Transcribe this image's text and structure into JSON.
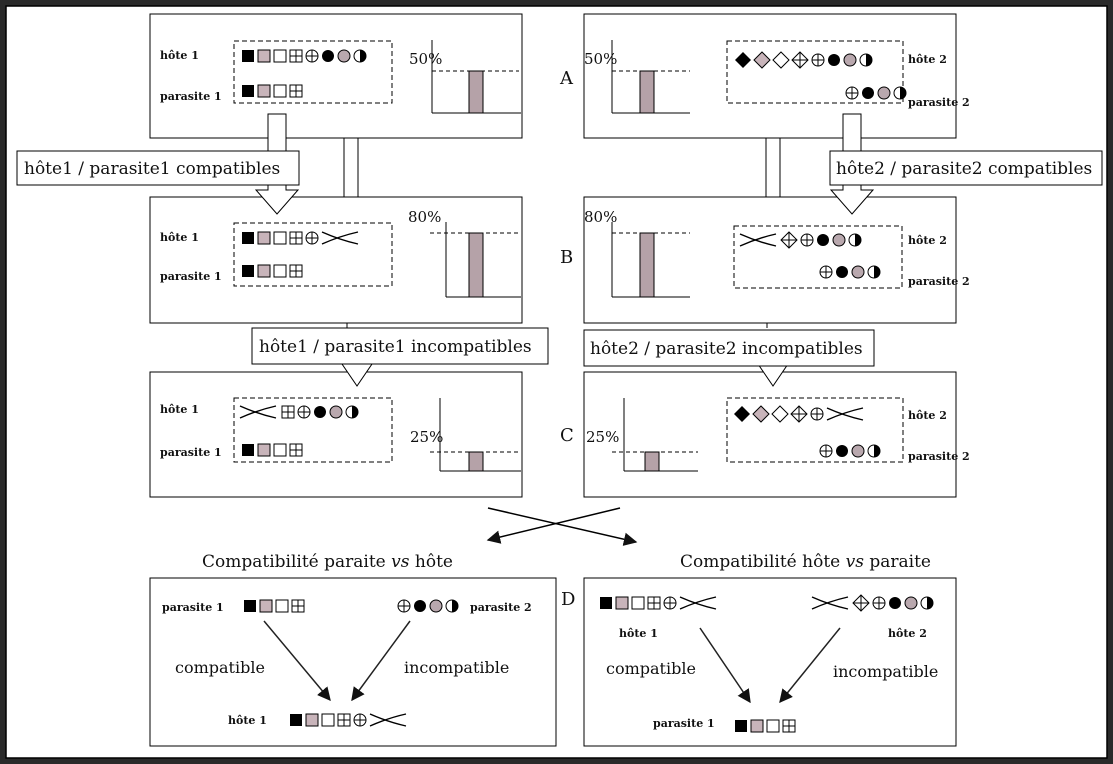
{
  "rows": {
    "A": "A",
    "B": "B",
    "C": "C",
    "D": "D"
  },
  "labels": {
    "hote1": "hôte 1",
    "hote2": "hôte 2",
    "parasite1": "parasite 1",
    "parasite2": "parasite 2"
  },
  "percentages": {
    "A": "50%",
    "B": "80%",
    "C": "25%"
  },
  "bar_levels": {
    "A": 0.5,
    "B": 0.8,
    "C": 0.25
  },
  "transitions": {
    "left_AB": "hôte1 / parasite1 compatibles",
    "right_AB": "hôte2 / parasite2 compatibles",
    "left_BC": "hôte1 / parasite1 incompatibles",
    "right_BC": "hôte2 / parasite2 incompatibles"
  },
  "bottom": {
    "left_title_a": "Compatibilité paraite ",
    "left_title_vs": "vs",
    "left_title_b": " hôte",
    "right_title_a": "Compatibilité hôte ",
    "right_title_vs": "vs",
    "right_title_b": " paraite",
    "compatible": "compatible",
    "incompatible": "incompatible"
  },
  "colors": {
    "background": "#2a2a2a",
    "panel": "#ffffff",
    "bar": "#b5a2a8",
    "pink_square": "#c8b4ba",
    "grey_circle": "#b9a8ae",
    "line": "#111111"
  }
}
